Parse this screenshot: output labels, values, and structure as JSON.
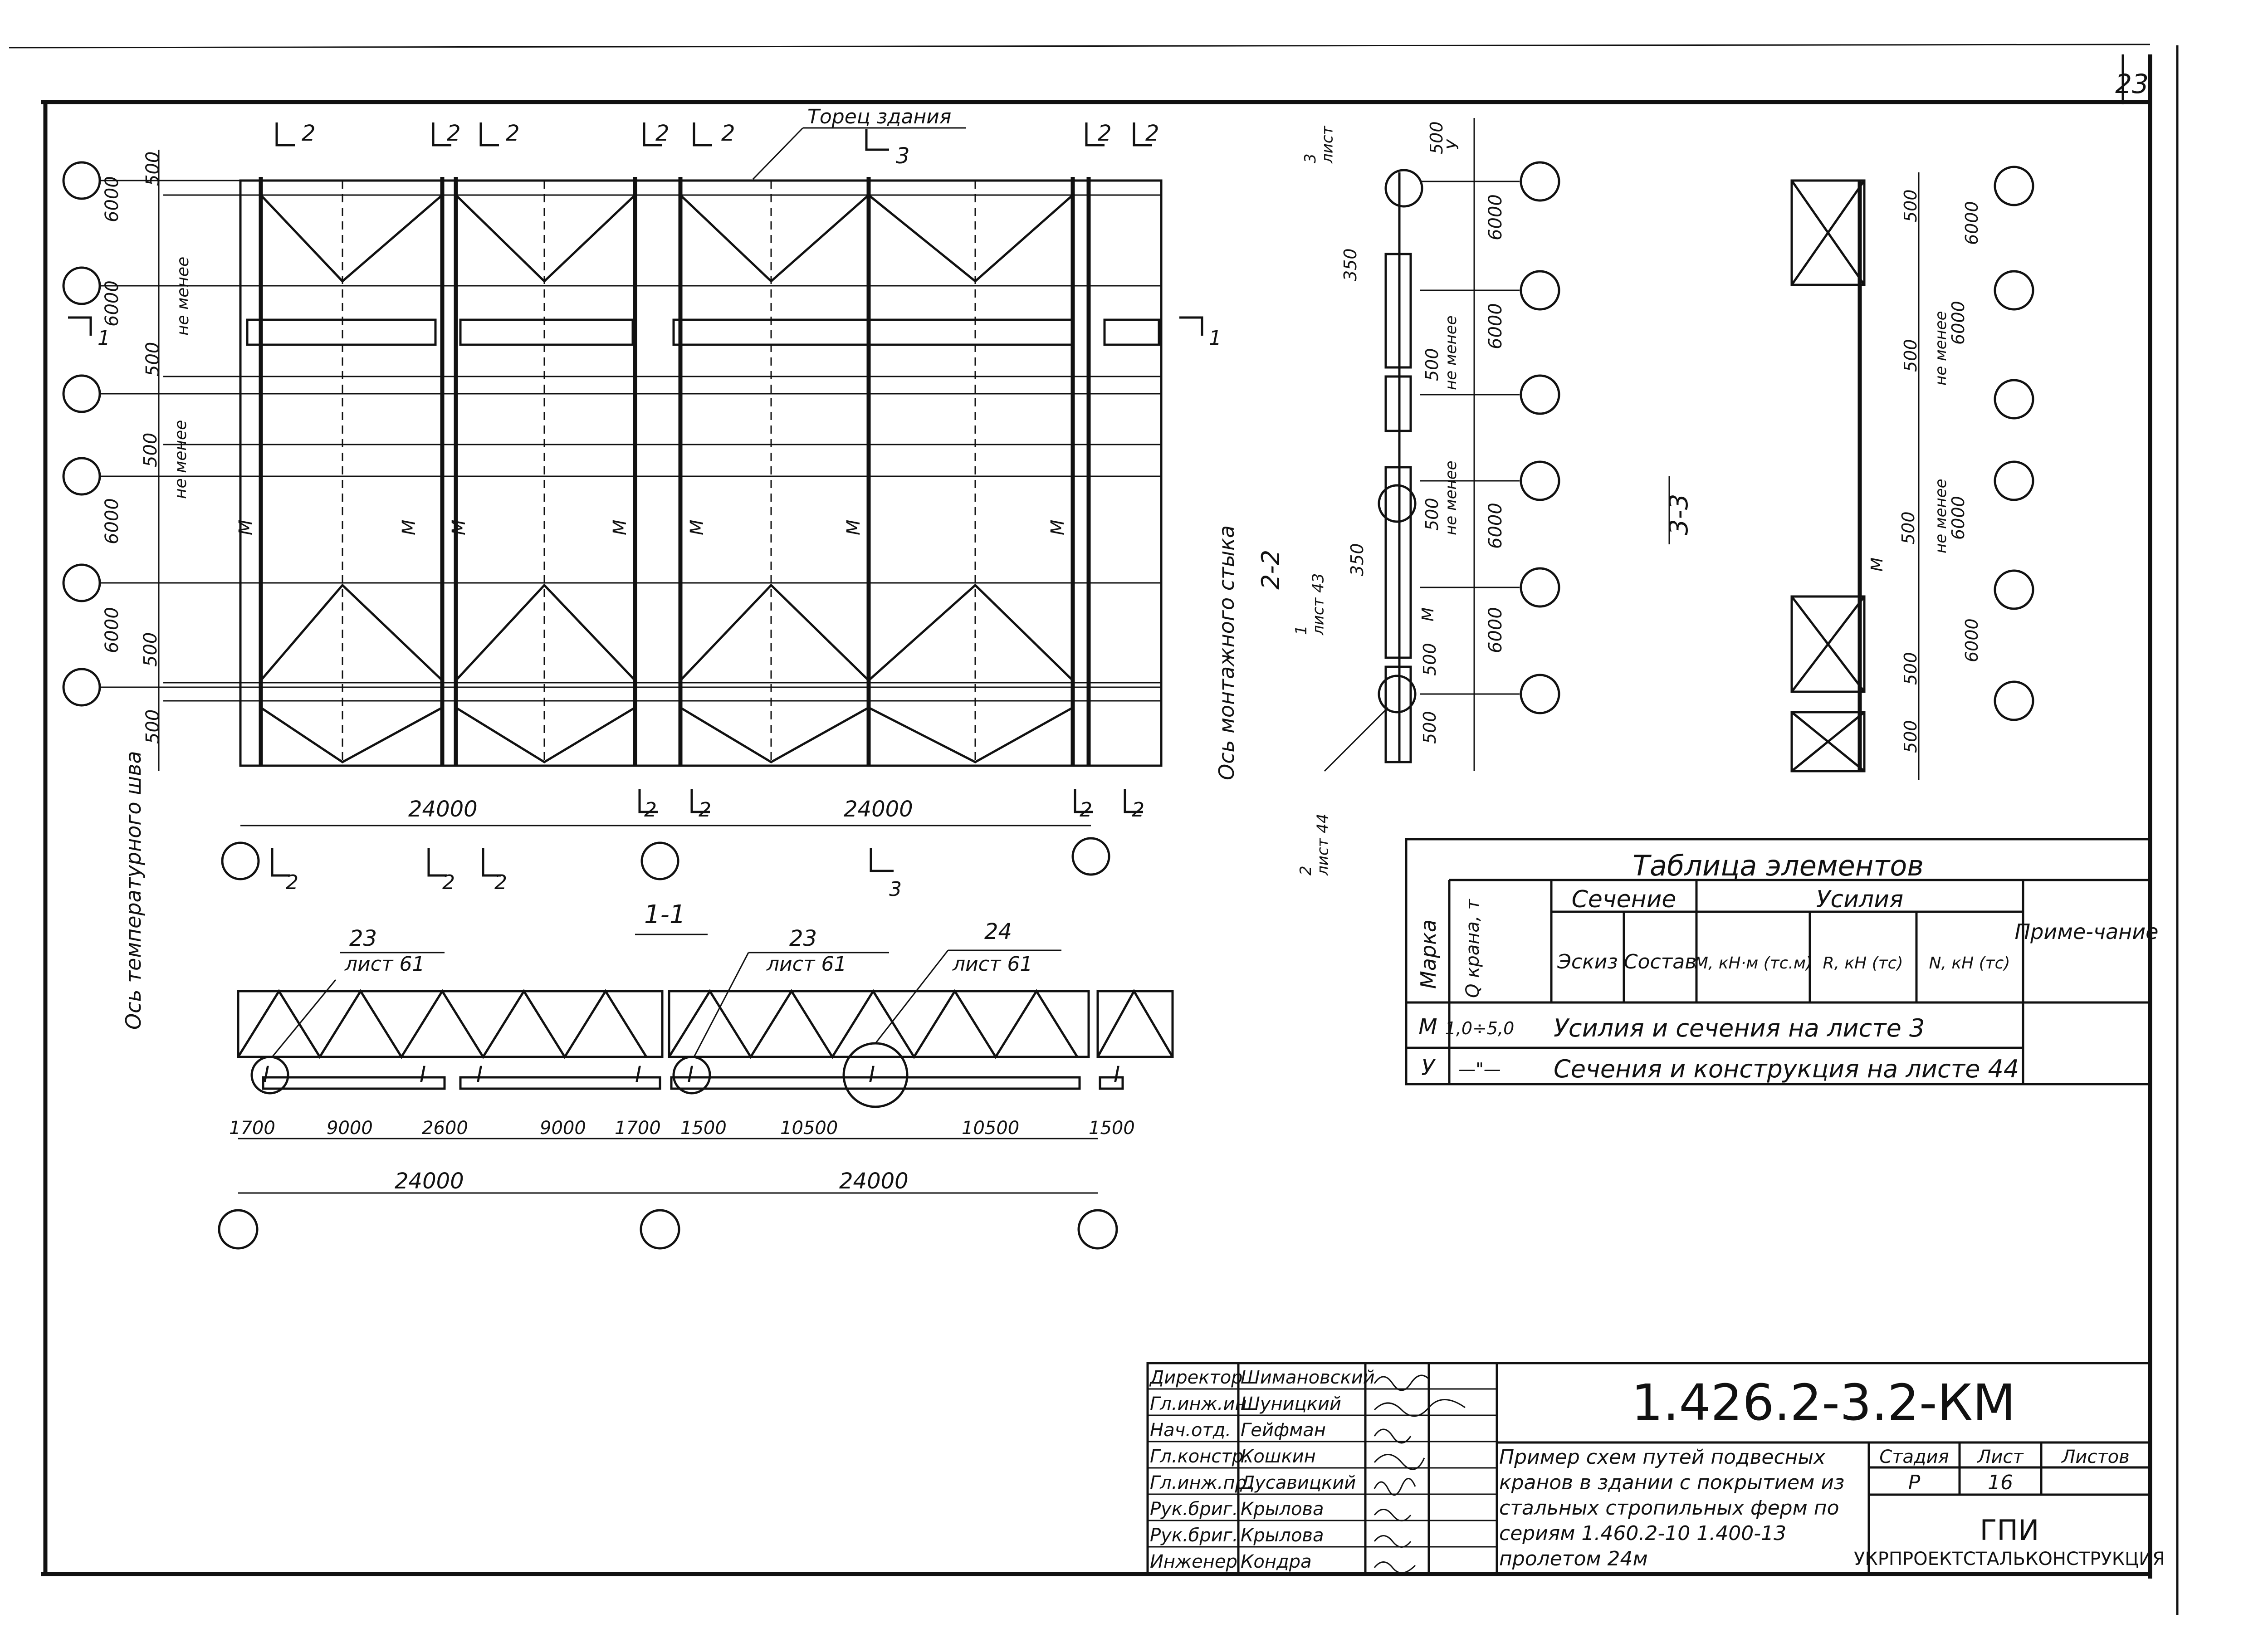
{
  "page_number": "23",
  "plan": {
    "end_of_building": "Торец здания",
    "section_1_label": "1",
    "section_2_label": "2",
    "section_3_label": "3",
    "temperature_joint_axis": "Ось температурного шва",
    "assembly_joint_axis": "Ось монтажного стыка",
    "not_less": "не менее",
    "member_mark": "М",
    "span_left": "24000",
    "span_right": "24000",
    "dims_left": [
      "500",
      "6000",
      "6000",
      "500",
      "500",
      "6000",
      "6000",
      "500",
      "500"
    ]
  },
  "section_2_2": {
    "title": "2-2",
    "sheet3": "3\nлист",
    "sheet43": "1\nлист 43",
    "sheet44": "2\nлист 44",
    "dim_350": "350",
    "dim_500": "500",
    "dim_6000": "6000",
    "mark_u": "У",
    "mark_m": "М"
  },
  "section_3_3": {
    "title": "3-3"
  },
  "section_1_1": {
    "title": "1-1",
    "callout_23a": "23",
    "callout_23a_sheet": "лист 61",
    "callout_23b": "23",
    "callout_23b_sheet": "лист 61",
    "callout_24": "24",
    "callout_24_sheet": "лист 61",
    "dims": [
      "1700",
      "9000",
      "2600",
      "9000",
      "1700",
      "1500",
      "10500",
      "10500",
      "1500"
    ],
    "span_left": "24000",
    "span_right": "24000",
    "ibeam": "I"
  },
  "table": {
    "title": "Таблица элементов",
    "col_mark": "Марка",
    "col_q": "Q крана, т",
    "col_section": "Сечение",
    "col_sketch": "Эскиз",
    "col_composition": "Состав",
    "col_forces": "Усилия",
    "col_m": "M, кН·м (тс.м)",
    "col_r": "R, кН (тс)",
    "col_n": "N, кН (тс)",
    "col_note": "Приме-чание",
    "rows": [
      {
        "mark": "М",
        "q": "1,0÷5,0",
        "text": "Усилия и сечения на листе 3"
      },
      {
        "mark": "У",
        "q": "—\"—",
        "text": "Сечения и конструкция на листе 44"
      }
    ]
  },
  "stamp": {
    "code": "1.426.2-3.2-КМ",
    "title": "Пример схем путей подвесных кранов в здании с покрытием из стальных стропильных ферм по сериям 1.460.2-10 1.400-13 пролетом 24м",
    "stage_label": "Стадия",
    "sheet_label": "Лист",
    "sheets_label": "Листов",
    "stage": "Р",
    "sheet": "16",
    "org_logo": "ГПИ",
    "org": "УКРПРОЕКТСТАЛЬКОНСТРУКЦИЯ",
    "people": [
      {
        "role": "Директор",
        "name": "Шимановский"
      },
      {
        "role": "Гл.инж.ин",
        "name": "Шуницкий"
      },
      {
        "role": "Нач.отд.",
        "name": "Гейфман"
      },
      {
        "role": "Гл.констр.",
        "name": "Кошкин"
      },
      {
        "role": "Гл.инж.пр.",
        "name": "Дусавицкий"
      },
      {
        "role": "Рук.бриг.",
        "name": "Крылова"
      },
      {
        "role": "Рук.бриг.",
        "name": "Крылова"
      },
      {
        "role": "Инженер",
        "name": "Кондра"
      }
    ]
  }
}
